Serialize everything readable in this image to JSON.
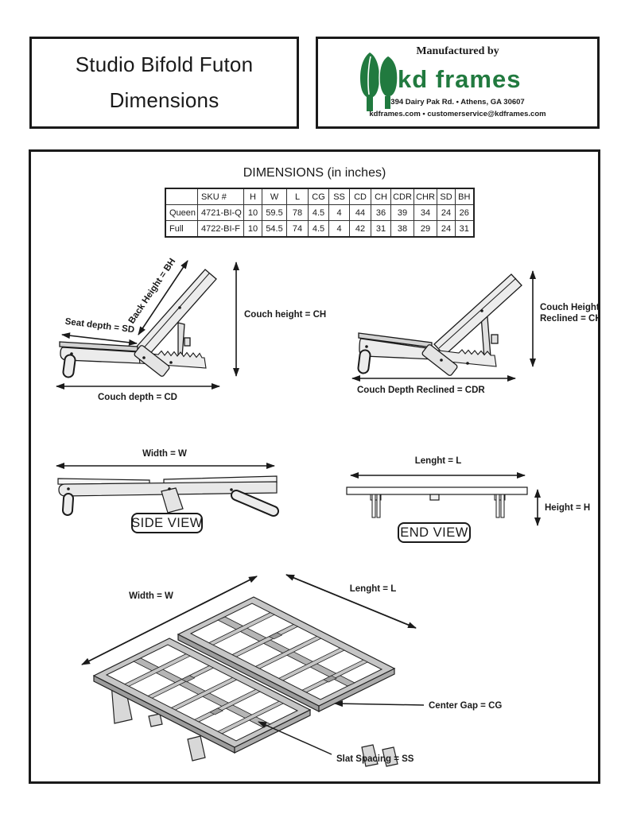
{
  "title": {
    "line1": "Studio Bifold Futon",
    "line2": "Dimensions"
  },
  "manufacturer": {
    "label": "Manufactured by",
    "brand": "kd frames",
    "brand_color": "#217a3f",
    "address": "394 Dairy Pak Rd. • Athens, GA  30607",
    "contact": "kdframes.com • customerservice@kdframes.com",
    "icon": "trees-icon"
  },
  "dimensions_section": {
    "heading": "DIMENSIONS (in inches)",
    "table": {
      "headers": [
        "",
        "SKU #",
        "H",
        "W",
        "L",
        "CG",
        "SS",
        "CD",
        "CH",
        "CDR",
        "CHR",
        "SD",
        "BH"
      ],
      "rows": [
        {
          "label": "Queen",
          "cells": [
            "4721-BI-Q",
            "10",
            "59.5",
            "78",
            "4.5",
            "4",
            "44",
            "36",
            "39",
            "34",
            "24",
            "26"
          ]
        },
        {
          "label": "Full",
          "cells": [
            "4722-BI-F",
            "10",
            "54.5",
            "74",
            "4.5",
            "4",
            "42",
            "31",
            "38",
            "29",
            "24",
            "31"
          ]
        }
      ]
    }
  },
  "diagram_labels": {
    "back_height": "Back Height = BH",
    "seat_depth": "Seat depth = SD",
    "couch_height": "Couch height = CH",
    "couch_depth": "Couch depth = CD",
    "couch_height_reclined_1": "Couch Height",
    "couch_height_reclined_2": "Reclined = CHR",
    "couch_depth_reclined": "Couch Depth Reclined = CDR",
    "side_view_width": "Width = W",
    "side_view_caption": "SIDE VIEW",
    "end_view_length": "Lenght = L",
    "end_view_height": "Height = H",
    "end_view_caption": "END VIEW",
    "iso_width": "Width = W",
    "iso_length": "Lenght = L",
    "center_gap": "Center Gap = CG",
    "slat_spacing": "Slat Spacing = SS"
  }
}
